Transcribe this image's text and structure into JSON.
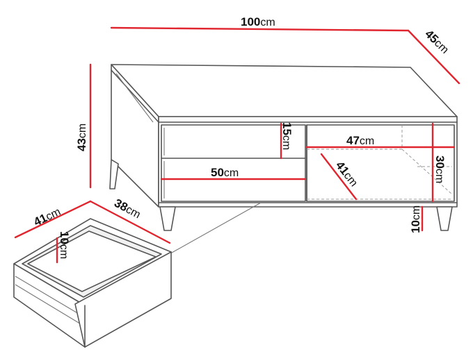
{
  "colors": {
    "dimension_line": "#e0252f",
    "outline": "#555555"
  },
  "dimensions": {
    "width": {
      "value": "100",
      "unit": "cm"
    },
    "depth": {
      "value": "45",
      "unit": "cm"
    },
    "height": {
      "value": "43",
      "unit": "cm"
    },
    "drawer_front_height": {
      "value": "15",
      "unit": "cm"
    },
    "drawer_width": {
      "value": "50",
      "unit": "cm"
    },
    "shelf_width": {
      "value": "47",
      "unit": "cm"
    },
    "shelf_depth": {
      "value": "41",
      "unit": "cm"
    },
    "shelf_height": {
      "value": "30",
      "unit": "cm"
    },
    "leg_height": {
      "value": "10",
      "unit": "cm"
    },
    "drawer_box_depth": {
      "value": "41",
      "unit": "cm"
    },
    "drawer_box_width": {
      "value": "38",
      "unit": "cm"
    },
    "drawer_box_height": {
      "value": "10",
      "unit": "cm"
    }
  }
}
